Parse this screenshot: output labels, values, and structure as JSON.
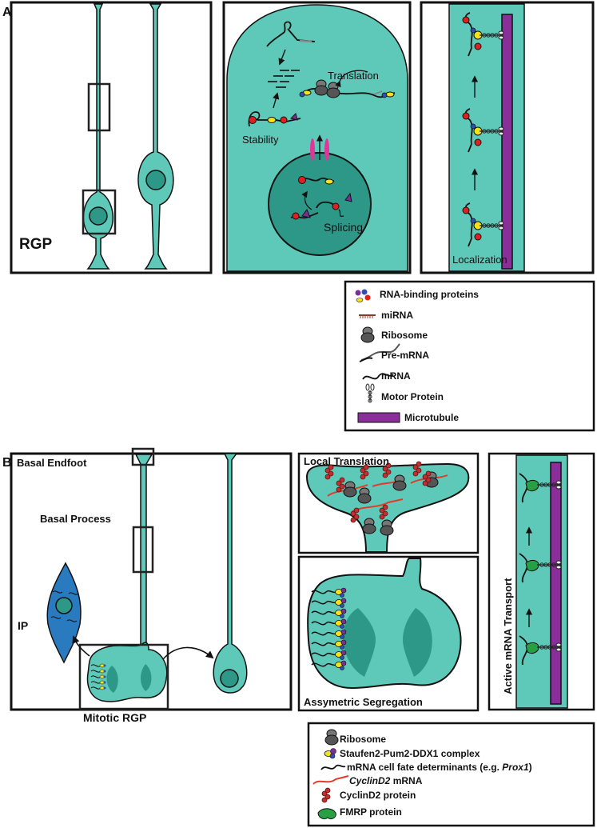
{
  "panel_a": {
    "label": "A)",
    "rgp_label": "RGP",
    "stability": "Stability",
    "translation": "Translation",
    "splicing": "Splicing",
    "localization": "Localization"
  },
  "legend_a": {
    "items": [
      {
        "icon": "rna-binding-proteins-icon",
        "text": "RNA-binding proteins"
      },
      {
        "icon": "mirna-icon",
        "text": "miRNA"
      },
      {
        "icon": "ribosome-icon",
        "text": "Ribosome"
      },
      {
        "icon": "pre-mrna-icon",
        "text": "Pre-mRNA"
      },
      {
        "icon": "mrna-icon",
        "text": "mRNA"
      },
      {
        "icon": "motor-protein-icon",
        "text": "Motor Protein"
      },
      {
        "icon": "microtubule-icon",
        "text": "Microtubule"
      }
    ]
  },
  "panel_b": {
    "label": "B)",
    "basal_endfoot": "Basal Endfoot",
    "basal_process": "Basal Process",
    "ip": "IP",
    "mitotic_rgp": "Mitotic RGP",
    "local_translation": "Local Translation",
    "asymmetric_segregation": "Assymetric Segregation",
    "active_transport": "Active mRNA Transport"
  },
  "legend_b": {
    "items": [
      {
        "icon": "ribosome-icon",
        "text": "Ribosome"
      },
      {
        "icon": "staufen-complex-icon",
        "text": "Staufen2-Pum2-DDX1 complex"
      },
      {
        "icon": "mrna-icon",
        "text": "mRNA cell fate determinants (e.g. ",
        "italic": "Prox1",
        "tail": ")"
      },
      {
        "icon": "cyclind2-mrna-icon",
        "italic": "CyclinD2",
        "text": " mRNA"
      },
      {
        "icon": "cyclind2-protein-icon",
        "text": "CyclinD2 protein"
      },
      {
        "icon": "fmrp-protein-icon",
        "text": "FMRP protein"
      }
    ]
  },
  "colors": {
    "cell": "#5ec9b9",
    "nucleus": "#2e9888",
    "ip_cell": "#2a7ac0",
    "microtubule": "#8a2f9a",
    "protein_red": "#e02020",
    "protein_yellow": "#f5e21a",
    "protein_purple": "#7b2f94",
    "protein_blue": "#2f4fb8",
    "fmrp": "#27a043",
    "ribosome": "#555555",
    "cyclind2_mrna": "#e23a2a",
    "cyclind2_protein": "#c03030"
  }
}
